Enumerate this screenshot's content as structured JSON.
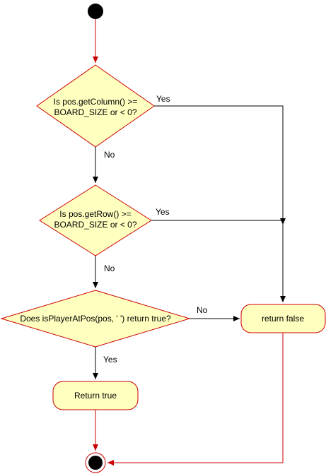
{
  "colors": {
    "node_fill": "#ffffc0",
    "node_stroke": "#cc0000",
    "flow_red": "#cc0000",
    "flow_black": "#000000",
    "terminal": "#000000"
  },
  "nodes": {
    "decision1": {
      "line1": "Is pos.getColumn() >=",
      "line2": "BOARD_SIZE or < 0?"
    },
    "decision2": {
      "line1": "Is pos.getRow() >=",
      "line2": "BOARD_SIZE or < 0?"
    },
    "decision3": {
      "text": "Does isPlayerAtPos(pos, ' ') return true?"
    },
    "return_true": {
      "text": "Return true"
    },
    "return_false": {
      "text": "return false"
    }
  },
  "edges": {
    "d1_yes": "Yes",
    "d1_no": "No",
    "d2_yes": "Yes",
    "d2_no": "No",
    "d3_no": "No",
    "d3_yes": "Yes"
  }
}
